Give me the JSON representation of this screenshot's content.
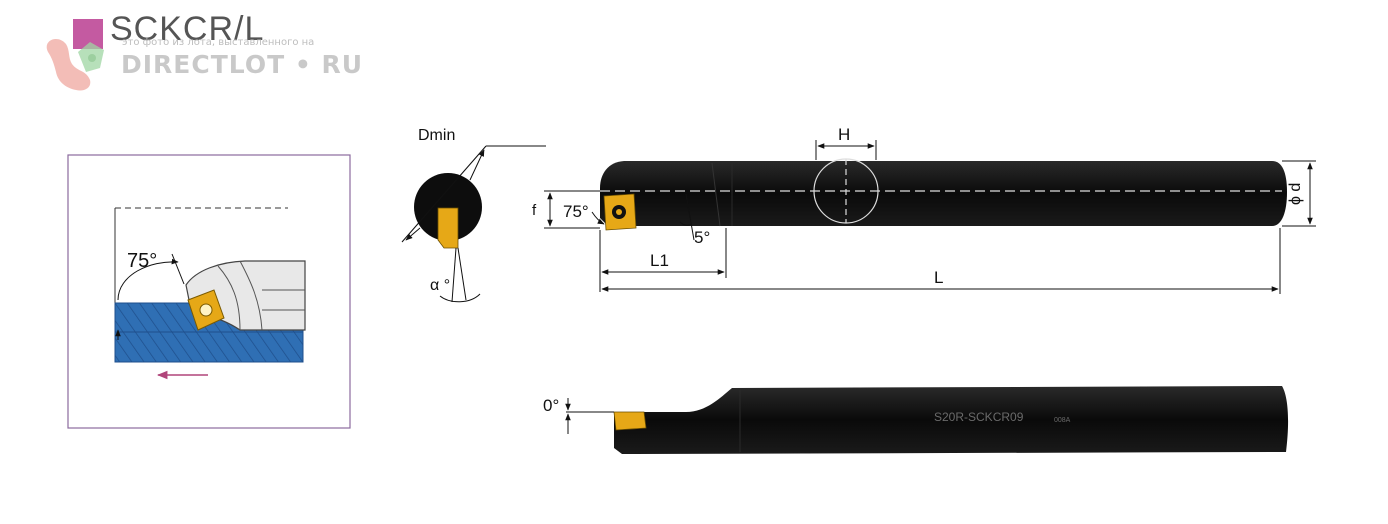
{
  "header": {
    "title": "SCKCR/L",
    "watermark_small": "это фото из лота, выставленного на",
    "watermark_big": "DIRECTLOT • RU"
  },
  "detail": {
    "angle_label": "75°"
  },
  "section": {
    "dmin_label": "Dmin",
    "alpha_label": "α °"
  },
  "side_view": {
    "H": "H",
    "phi_d": "ϕ d",
    "f": "f",
    "angle_75": "75°",
    "angle_5": "5°",
    "L1": "L1",
    "L": "L"
  },
  "bottom_view": {
    "angle_0": "0°",
    "marking": "S20R-SCKCR09",
    "marking_small": "008A"
  },
  "colors": {
    "workpiece": "#2f6fb4",
    "insert": "#e6a817",
    "tool_body": "#111111",
    "frame": "#8b6a9e",
    "feed_arrow": "#b0457a",
    "logo_square": "#c45aa1"
  }
}
